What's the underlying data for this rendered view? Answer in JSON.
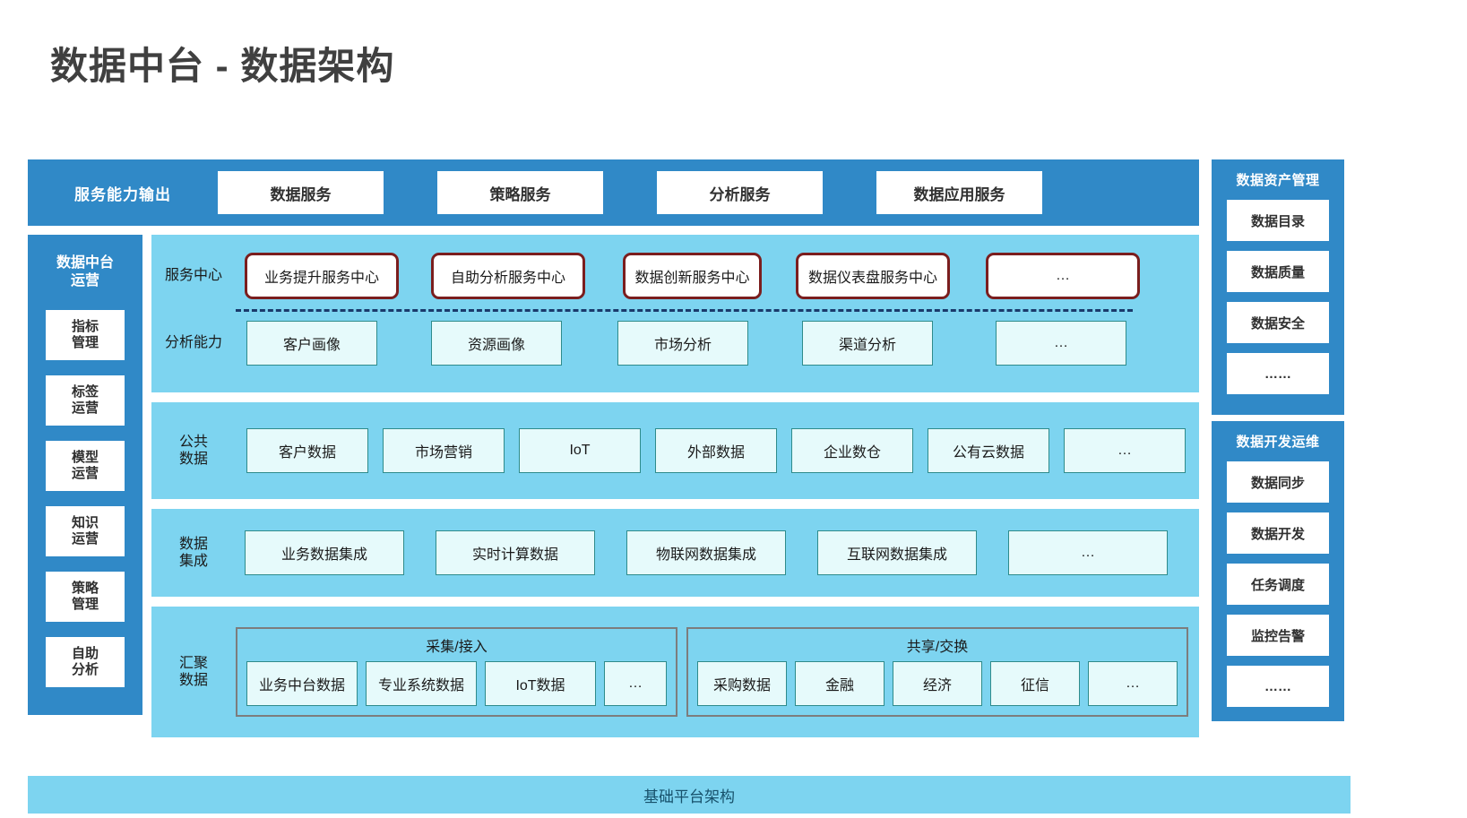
{
  "page": {
    "title": "数据中台 - 数据架构",
    "platform_bar": "基础平台架构"
  },
  "colors": {
    "brand_blue": "#3089C7",
    "light_blue": "#7DD4F0",
    "box_fill": "#E6FAFB",
    "box_border": "#2E8B8B",
    "service_center_border": "#7B1E1E",
    "title_text": "#404040",
    "group_border": "#7D7D7D",
    "divider": "#1a3a6b"
  },
  "service_output": {
    "label": "服务能力输出",
    "items": [
      {
        "label": "数据服务"
      },
      {
        "label": "策略服务"
      },
      {
        "label": "分析服务"
      },
      {
        "label": "数据应用服务"
      }
    ]
  },
  "operations": {
    "title_line1": "数据中台",
    "title_line2": "运营",
    "items": [
      {
        "line1": "指标",
        "line2": "管理"
      },
      {
        "line1": "标签",
        "line2": "运营"
      },
      {
        "line1": "模型",
        "line2": "运营"
      },
      {
        "line1": "知识",
        "line2": "运营"
      },
      {
        "line1": "策略",
        "line2": "管理"
      },
      {
        "line1": "自助",
        "line2": "分析"
      }
    ]
  },
  "band_service": {
    "service_center": {
      "label": "服务中心",
      "items": [
        {
          "label": "业务提升服务中心",
          "width": 172
        },
        {
          "label": "自助分析服务中心",
          "width": 172
        },
        {
          "label": "数据创新服务中心",
          "width": 155
        },
        {
          "label": "数据仪表盘服务中心",
          "width": 172
        },
        {
          "label": "…",
          "width": 172
        }
      ]
    },
    "ability": {
      "label": "分析能力",
      "items": [
        {
          "label": "客户画像",
          "width": 146
        },
        {
          "label": "资源画像",
          "width": 146
        },
        {
          "label": "市场分析",
          "width": 146
        },
        {
          "label": "渠道分析",
          "width": 146
        },
        {
          "label": "…",
          "width": 146
        }
      ]
    }
  },
  "band_public": {
    "label_line1": "公共",
    "label_line2": "数据",
    "items": [
      {
        "label": "客户数据",
        "width": 136
      },
      {
        "label": "市场营销",
        "width": 136
      },
      {
        "label": "IoT",
        "width": 136
      },
      {
        "label": "外部数据",
        "width": 136
      },
      {
        "label": "企业数仓",
        "width": 136
      },
      {
        "label": "公有云数据",
        "width": 136
      },
      {
        "label": "…",
        "width": 136
      }
    ]
  },
  "band_integration": {
    "label_line1": "数据",
    "label_line2": "集成",
    "items": [
      {
        "label": "业务数据集成",
        "width": 178
      },
      {
        "label": "实时计算数据",
        "width": 178
      },
      {
        "label": "物联网数据集成",
        "width": 178
      },
      {
        "label": "互联网数据集成",
        "width": 178
      },
      {
        "label": "…",
        "width": 178
      }
    ]
  },
  "band_aggregation": {
    "label_line1": "汇聚",
    "label_line2": "数据",
    "groups": [
      {
        "title": "采集/接入",
        "items": [
          {
            "label": "业务中台数据",
            "width": 124
          },
          {
            "label": "专业系统数据",
            "width": 124
          },
          {
            "label": "IoT数据",
            "width": 124
          },
          {
            "label": "…",
            "width": 70
          }
        ]
      },
      {
        "title": "共享/交换",
        "items": [
          {
            "label": "采购数据",
            "width": 100
          },
          {
            "label": "金融",
            "width": 100
          },
          {
            "label": "经济",
            "width": 100
          },
          {
            "label": "征信",
            "width": 100
          },
          {
            "label": "…",
            "width": 100
          }
        ]
      }
    ]
  },
  "right_panels": [
    {
      "title": "数据资产管理",
      "items": [
        {
          "label": "数据目录"
        },
        {
          "label": "数据质量"
        },
        {
          "label": "数据安全"
        },
        {
          "label": "……"
        }
      ]
    },
    {
      "title": "数据开发运维",
      "items": [
        {
          "label": "数据同步"
        },
        {
          "label": "数据开发"
        },
        {
          "label": "任务调度"
        },
        {
          "label": "监控告警"
        },
        {
          "label": "……"
        }
      ]
    }
  ]
}
